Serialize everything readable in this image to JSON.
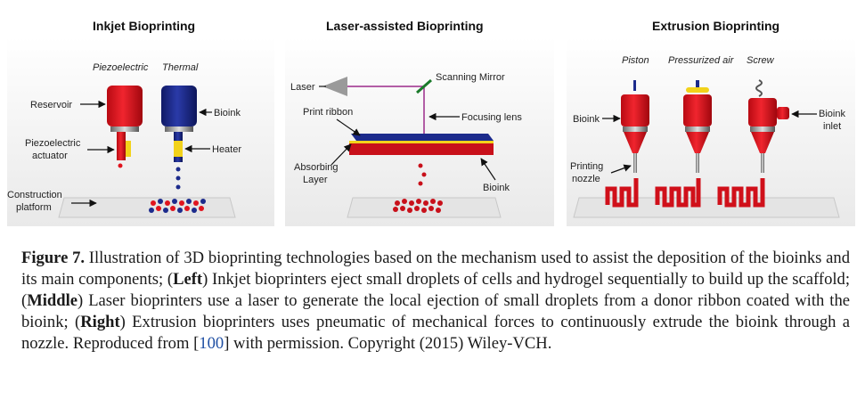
{
  "figure": {
    "panels": {
      "inkjet": {
        "title": "Inkjet Bioprinting",
        "piezoelectric": "Piezoelectric",
        "thermal": "Thermal",
        "reservoir": "Reservoir",
        "bioink": "Bioink",
        "piezo_actuator_1": "Piezoelectric",
        "piezo_actuator_2": "actuator",
        "heater": "Heater",
        "platform_1": "Construction",
        "platform_2": "platform"
      },
      "laser": {
        "title": "Laser-assisted Bioprinting",
        "laser": "Laser",
        "scanning_mirror": "Scanning Mirror",
        "print_ribbon": "Print ribbon",
        "focusing_lens": "Focusing lens",
        "absorbing_1": "Absorbing",
        "absorbing_2": "Layer",
        "bioink": "Bioink"
      },
      "extrusion": {
        "title": "Extrusion Bioprinting",
        "piston": "Piston",
        "pressurized_air": "Pressurized air",
        "screw": "Screw",
        "bioink": "Bioink",
        "bioink_inlet_1": "Bioink",
        "bioink_inlet_2": "inlet",
        "nozzle_1": "Printing",
        "nozzle_2": "nozzle"
      }
    }
  },
  "caption": {
    "figure_label": "Figure 7.",
    "text_1": " Illustration of 3D bioprinting technologies based on the mechanism used to assist the deposition of the bioinks and its main components; (",
    "left_word": "Left",
    "text_2": ") Inkjet bioprinters eject small droplets of cells and hydrogel sequentially to build up the scaffold; (",
    "middle_word": "Middle",
    "text_3": ") Laser bioprinters use a laser to generate the local ejection of small droplets from a donor ribbon coated with the bioink; (",
    "right_word": "Right",
    "text_4": ") Extrusion bioprinters uses pneumatic of mechanical forces to continuously extrude the bioink through a nozzle. Reproduced from [",
    "ref": "100",
    "text_5": "] with permission. Copyright (2015) Wiley-VCH."
  },
  "colors": {
    "red": "#e0141e",
    "blue": "#1c2b8c",
    "yellow": "#f2d21a",
    "platform": "#e4e4e4",
    "panel_bg": "#eeeeee",
    "laser_beam": "#9b2a8a",
    "link": "#1f4fa3"
  }
}
